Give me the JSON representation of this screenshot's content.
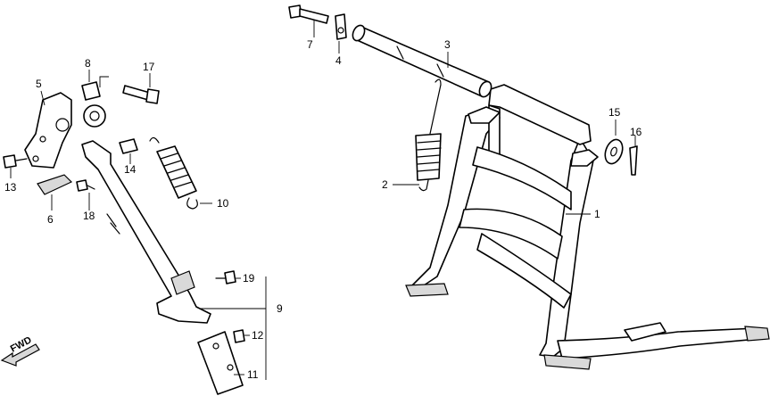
{
  "diagram": {
    "colors": {
      "line": "#000000",
      "background": "#ffffff"
    },
    "direction_label": "FWD",
    "callouts": [
      {
        "id": "1",
        "part": "main-stand"
      },
      {
        "id": "2",
        "part": "main-stand-spring"
      },
      {
        "id": "3",
        "part": "main-stand-pivot-pipe"
      },
      {
        "id": "4",
        "part": "pivot-clip"
      },
      {
        "id": "5",
        "part": "side-stand-bracket"
      },
      {
        "id": "6",
        "part": "bracket-plate"
      },
      {
        "id": "7",
        "part": "pivot-bolt"
      },
      {
        "id": "8",
        "part": "pivot-collar"
      },
      {
        "id": "9",
        "part": "side-stand-assembly"
      },
      {
        "id": "10",
        "part": "side-stand-spring"
      },
      {
        "id": "11",
        "part": "side-stand-rubber-pad"
      },
      {
        "id": "12",
        "part": "pad-screw"
      },
      {
        "id": "13",
        "part": "bracket-bolt"
      },
      {
        "id": "14",
        "part": "spacer"
      },
      {
        "id": "15",
        "part": "washer"
      },
      {
        "id": "16",
        "part": "cotter-pin"
      },
      {
        "id": "17",
        "part": "stand-bolt"
      },
      {
        "id": "18",
        "part": "plate-bolt"
      },
      {
        "id": "19",
        "part": "stopper-bolt"
      }
    ]
  }
}
